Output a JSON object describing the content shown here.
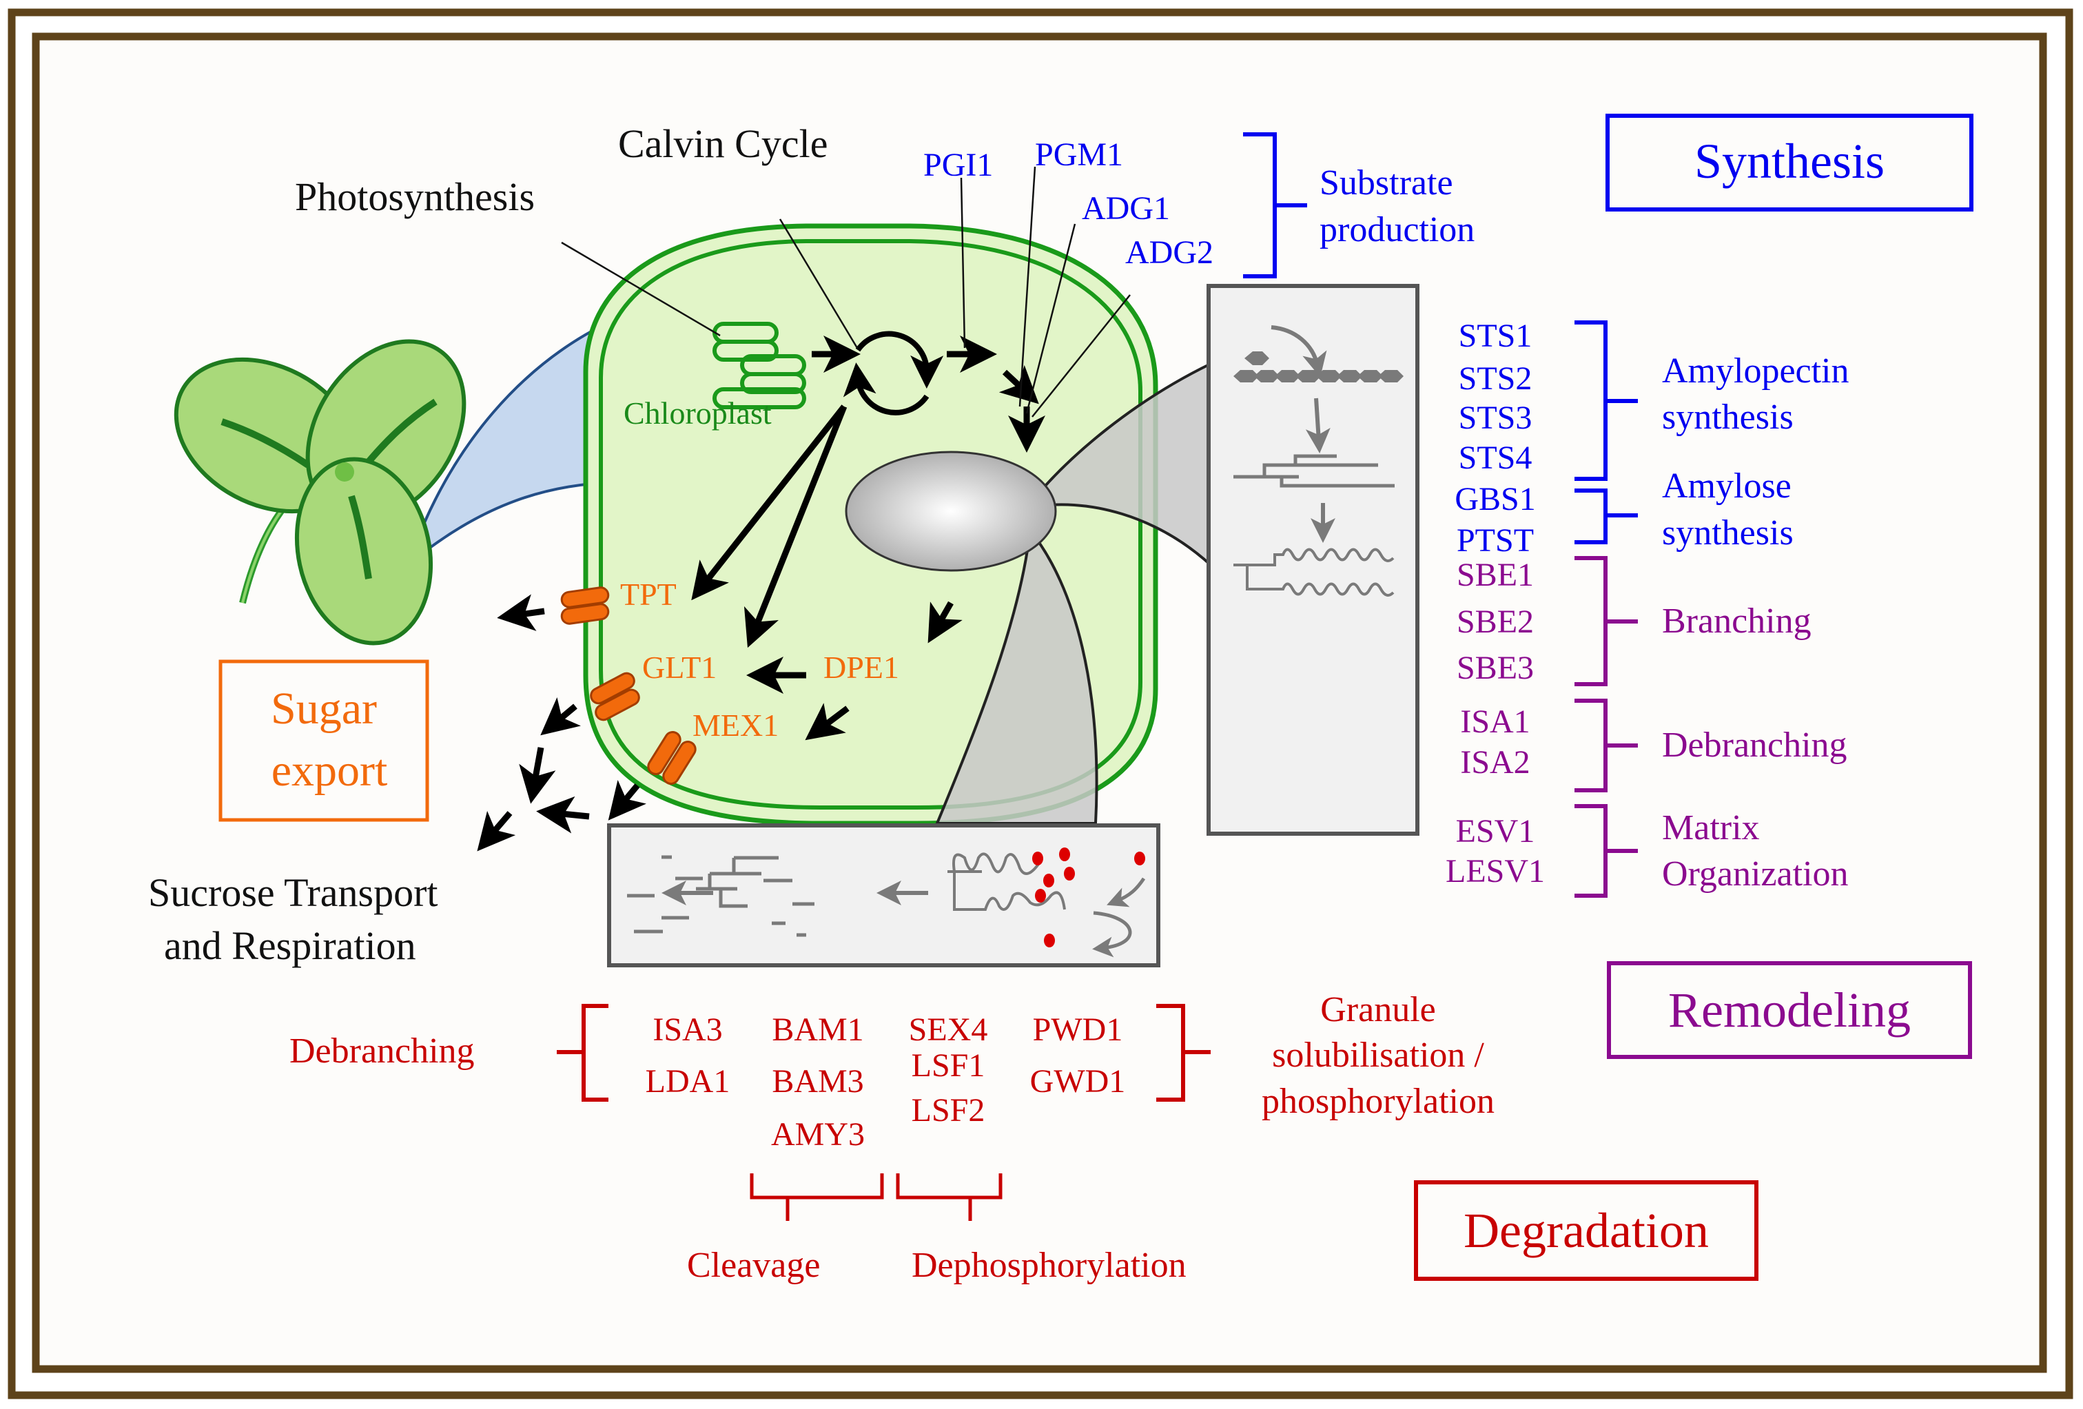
{
  "figure": {
    "title": "Starch metabolism in the chloroplast: synthesis, remodeling, degradation and sugar export",
    "colors": {
      "frame": "#5e431a",
      "synthesis": "#0000f0",
      "remodeling": "#8b0a8f",
      "degradation": "#c80000",
      "sugar_export": "#f26a0c",
      "chloroplast_fill": "#e2f5c8",
      "chloroplast_stroke": "#1a9a1a",
      "leaf_fill": "#a9d97a",
      "leaf_stroke": "#1f7a1f",
      "zoom_cone": "#c6d8ef",
      "granule": "#bdbdbd",
      "panel": "#f1f1f1",
      "phosphate": "#dd0000"
    }
  },
  "process_labels": {
    "photosynthesis": "Photosynthesis",
    "calvin_cycle": "Calvin Cycle",
    "chloroplast": "Chloroplast",
    "sucrose_line1": "Sucrose Transport",
    "sucrose_line2": "and  Respiration"
  },
  "category_boxes": {
    "synthesis": "Synthesis",
    "remodeling": "Remodeling",
    "degradation": "Degradation",
    "sugar_export_line1": "Sugar",
    "sugar_export_line2": "export"
  },
  "substrate_production": {
    "enzymes": [
      "PGI1",
      "PGM1",
      "ADG1",
      "ADG2"
    ],
    "label_line1": "Substrate",
    "label_line2": "production"
  },
  "synthesis_groups": [
    {
      "enzymes": [
        "STS1",
        "STS2",
        "STS3",
        "STS4"
      ],
      "label_line1": "Amylopectin",
      "label_line2": "synthesis"
    },
    {
      "enzymes": [
        "GBS1",
        "PTST"
      ],
      "label_line1": "Amylose",
      "label_line2": "synthesis"
    }
  ],
  "remodeling_groups": [
    {
      "enzymes": [
        "SBE1",
        "SBE2",
        "SBE3"
      ],
      "label_line1": "Branching",
      "label_line2": ""
    },
    {
      "enzymes": [
        "ISA1",
        "ISA2"
      ],
      "label_line1": "Debranching",
      "label_line2": ""
    },
    {
      "enzymes": [
        "ESV1",
        "LESV1"
      ],
      "label_line1": "Matrix",
      "label_line2": "Organization"
    }
  ],
  "sugar_export": {
    "transporters": [
      "TPT",
      "GLT1",
      "MEX1"
    ],
    "enzyme": "DPE1"
  },
  "degradation": {
    "debranching_label": "Debranching",
    "columns": [
      [
        "ISA3",
        "LDA1"
      ],
      [
        "BAM1",
        "BAM3",
        "AMY3"
      ],
      [
        "SEX4",
        "LSF1",
        "LSF2"
      ],
      [
        "PWD1",
        "GWD1"
      ]
    ],
    "granule_line1": "Granule",
    "granule_line2": "solubilisation /",
    "granule_line3": "phosphorylation",
    "cleavage_label": "Cleavage",
    "dephosphorylation_label": "Dephosphorylation"
  }
}
